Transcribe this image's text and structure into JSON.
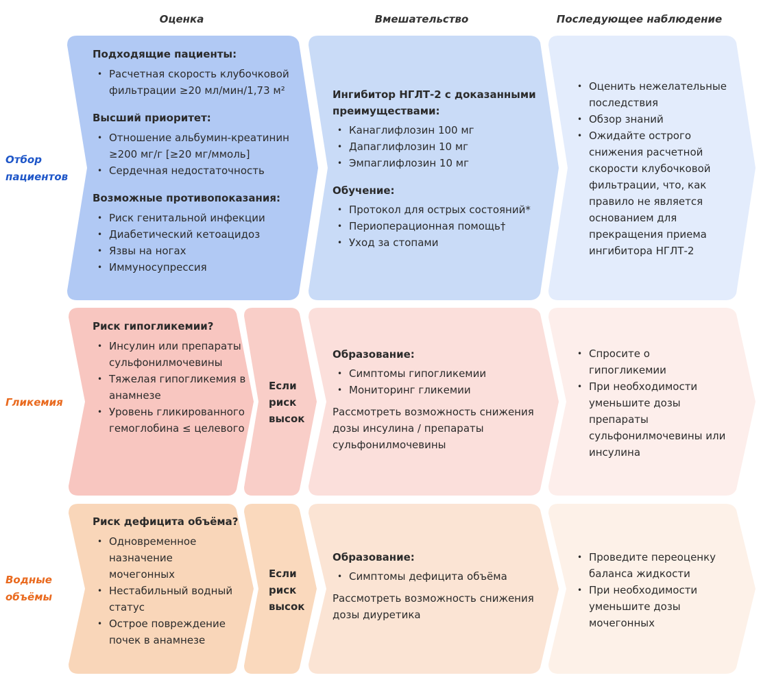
{
  "colors": {
    "row1": [
      "#b1c9f4",
      "#c9dbf7",
      "#e3ecfc"
    ],
    "row2": [
      "#f8c6c0",
      "#f9cec8",
      "#fbdfdb",
      "#fdeeeb"
    ],
    "row3": [
      "#f9d6b9",
      "#fad9bd",
      "#fbe4d4",
      "#fdf1e8"
    ],
    "label_blue": "#1e56c8",
    "label_orange": "#e96a1f"
  },
  "columns": {
    "assessment": "Оценка",
    "intervention": "Вмешательство",
    "followup": "Последующее наблюдение"
  },
  "rows": {
    "selection": {
      "label": "Отбор\nпациентов",
      "assessment": {
        "sections": [
          {
            "heading": "Подходящие пациенты:",
            "items": [
              "Расчетная скорость клубочковой фильтрации ≥20 мл/мин/1,73 м²"
            ]
          },
          {
            "heading": "Высший приоритет:",
            "items": [
              "Отношение альбумин-креатинин ≥200 мг/г [≥20 мг/ммоль]",
              "Сердечная недостаточность"
            ]
          },
          {
            "heading": "Возможные противопоказания:",
            "items": [
              "Риск генитальной инфекции",
              "Диабетический кетоацидоз",
              "Язвы на ногах",
              "Иммуносупрессия"
            ]
          }
        ]
      },
      "intervention": {
        "sections": [
          {
            "heading": "Ингибитор НГЛТ-2 с доказанными преимуществами:",
            "items": [
              "Канаглифлозин 100 мг",
              "Дапаглифлозин 10 мг",
              "Эмпаглифлозин 10 мг"
            ]
          },
          {
            "heading": "Обучение:",
            "items": [
              "Протокол для острых состояний*",
              "Периоперационная помощь†",
              "Уход за стопами"
            ]
          }
        ]
      },
      "followup": {
        "items": [
          "Оценить нежелательные последствия",
          "Обзор знаний",
          "Ожидайте острого снижения расчетной скорости клубочковой фильтрации, что, как правило не является основанием для прекращения приема ингибитора НГЛТ-2"
        ]
      }
    },
    "glycemia": {
      "label": "Гликемия",
      "assessment": {
        "heading": "Риск гипогликемии?",
        "items": [
          "Инсулин или препараты сульфонилмочевины",
          "Тяжелая гипогликемия в анамнезе",
          "Уровень гликированного гемоглобина ≤ целевого"
        ]
      },
      "condition": "Если\nриск\nвысок",
      "intervention": {
        "heading": "Образование:",
        "items": [
          "Симптомы гипогликемии",
          "Мониторинг гликемии"
        ],
        "note": "Рассмотреть возможность снижения дозы инсулина / препараты сульфонилмочевины"
      },
      "followup": {
        "items": [
          "Спросите о гипогликемии",
          "При необходимости уменьшите дозы препараты сульфонилмочевины или инсулина"
        ]
      }
    },
    "volume": {
      "label": "Водные\nобъёмы",
      "assessment": {
        "heading": "Риск дефицита объёма?",
        "items": [
          "Одновременное назначение мочегонных",
          "Нестабильный водный статус",
          "Острое повреждение почек в анамнезе"
        ]
      },
      "condition": "Если\nриск\nвысок",
      "intervention": {
        "heading": "Образование:",
        "items": [
          "Симптомы дефицита объёма"
        ],
        "note": "Рассмотреть возможность снижения дозы диуретика"
      },
      "followup": {
        "items": [
          "Проведите переоценку баланса жидкости",
          "При необходимости уменьшите дозы мочегонных"
        ]
      }
    }
  }
}
